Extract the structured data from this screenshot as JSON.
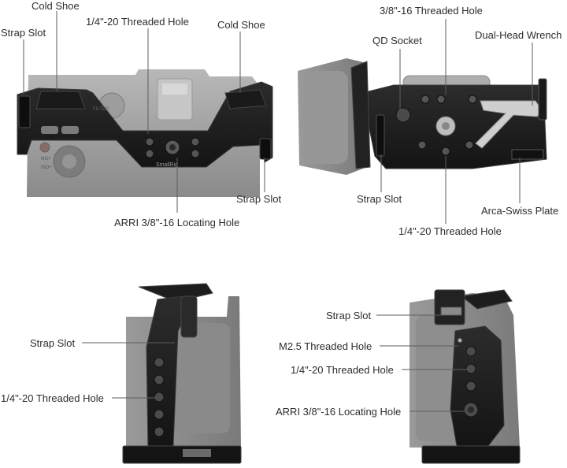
{
  "views": {
    "top_left": {
      "labels": {
        "strap_slot_a": "Strap Slot",
        "cold_shoe_a": "Cold Shoe",
        "threaded_hole_a": "1/4\"-20 Threaded Hole",
        "cold_shoe_b": "Cold Shoe",
        "strap_slot_b": "Strap Slot",
        "arri_hole": "ARRI 3/8\"-16 Locating Hole"
      },
      "brand": "SmallRig",
      "dial_text": "FILTER",
      "button_text_a": "NO+",
      "button_text_b": "ISO+"
    },
    "top_right": {
      "labels": {
        "threaded_38": "3/8\"-16 Threaded Hole",
        "qd_socket": "QD Socket",
        "wrench": "Dual-Head Wrench",
        "strap_slot": "Strap Slot",
        "arca": "Arca-Swiss Plate",
        "threaded_14": "1/4\"-20 Threaded Hole"
      }
    },
    "bottom_left": {
      "labels": {
        "strap_slot": "Strap Slot",
        "threaded_14": "1/4\"-20 Threaded Hole"
      }
    },
    "bottom_right": {
      "labels": {
        "strap_slot": "Strap Slot",
        "m25": "M2.5 Threaded Hole",
        "threaded_14": "1/4\"-20 Threaded Hole",
        "arri": "ARRI 3/8\"-16 Locating Hole"
      }
    }
  },
  "colors": {
    "cage": "#1e1e1e",
    "cage_edge": "#3a3a3a",
    "camera": "#8f8f8f",
    "camera_light": "#b4b4b4",
    "leader": "#666666",
    "plate": "#2a2a2a",
    "wrench": "#c9c9c9"
  }
}
